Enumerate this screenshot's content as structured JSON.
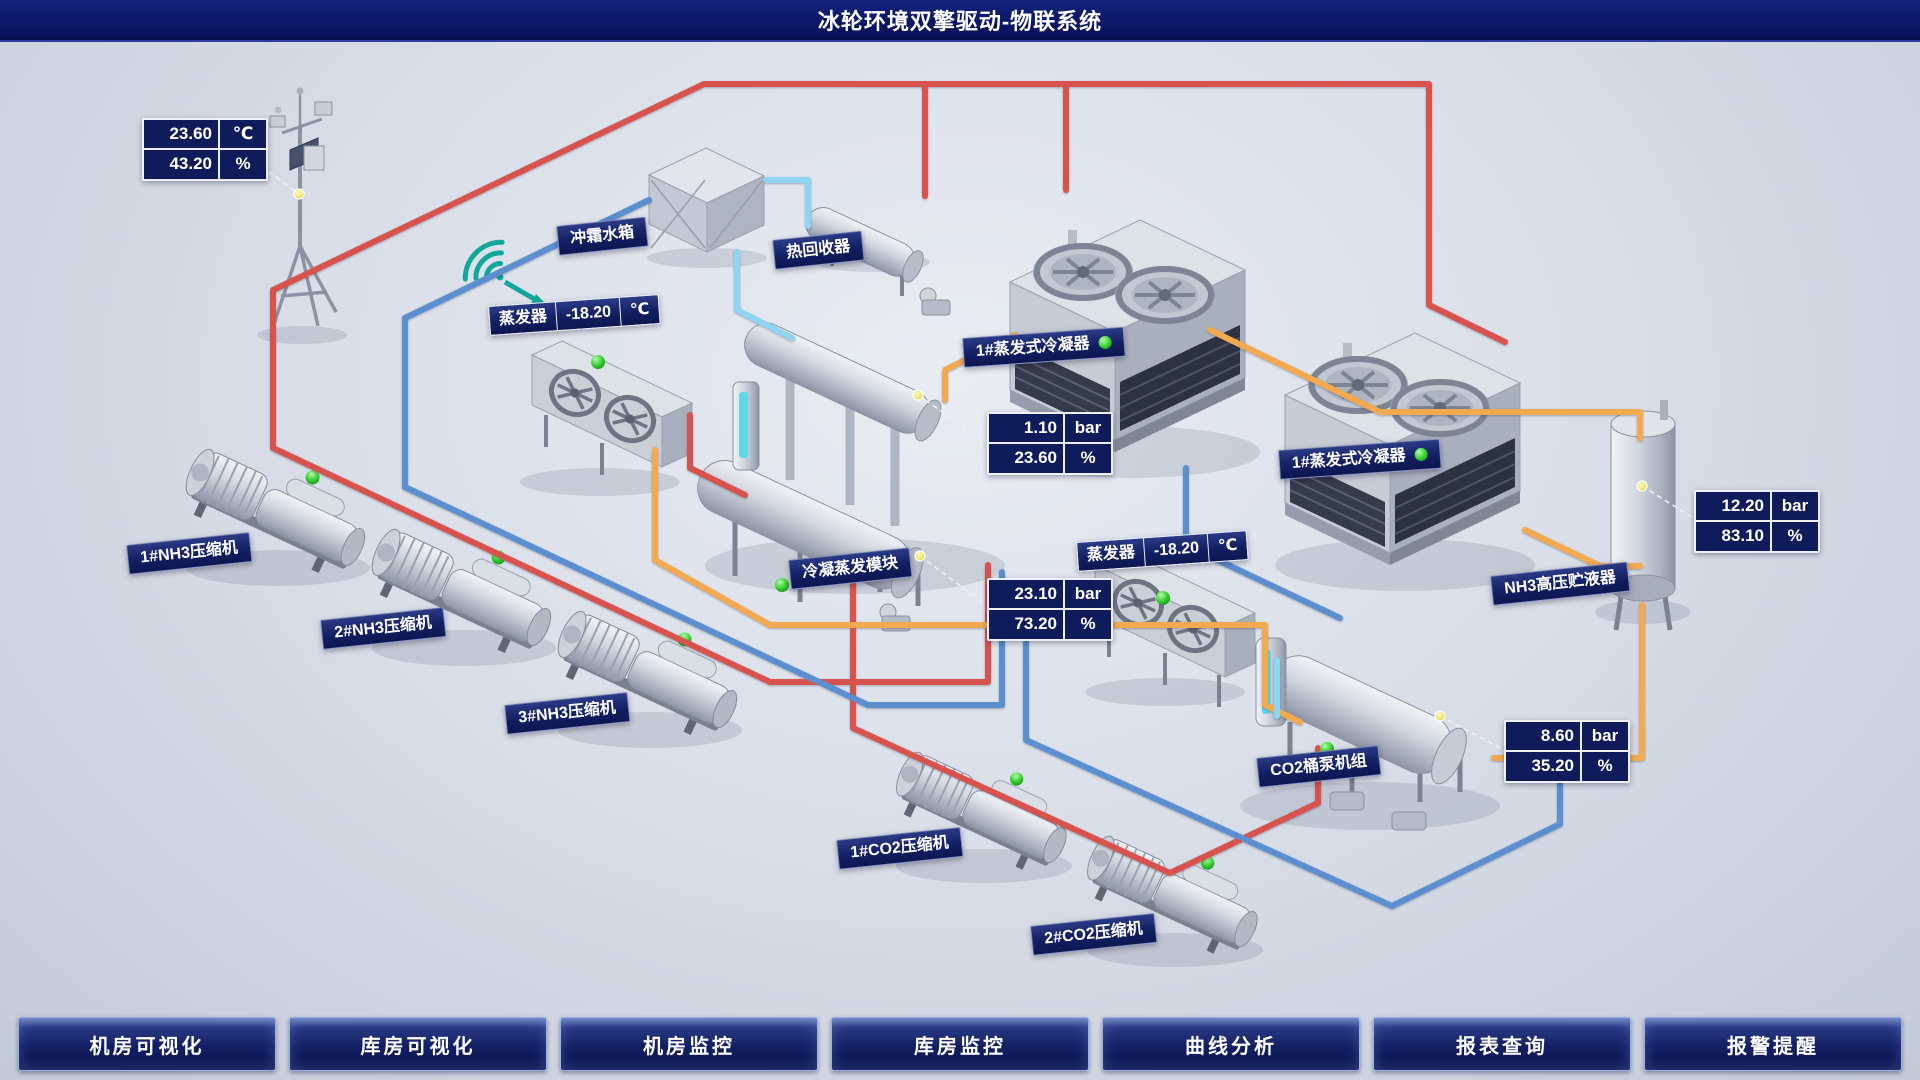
{
  "header": {
    "title": "冰轮环境双擎驱动-物联系统"
  },
  "labels": {
    "water_tank": "冲霜水箱",
    "heat_recovery": "热回收器",
    "condenser_1": "1#蒸发式冷凝器",
    "condenser_2": "1#蒸发式冷凝器",
    "module": "冷凝蒸发模块",
    "nh3_receiver": "NH3高压贮液器",
    "nh3_compressor_1": "1#NH3压缩机",
    "nh3_compressor_2": "2#NH3压缩机",
    "nh3_compressor_3": "3#NH3压缩机",
    "co2_pump_unit": "CO2桶泵机组",
    "co2_compressor_1": "1#CO2压缩机",
    "co2_compressor_2": "2#CO2压缩机"
  },
  "evaporators": [
    {
      "name": "蒸发器",
      "value": "-18.20",
      "unit": "℃"
    },
    {
      "name": "蒸发器",
      "value": "-18.20",
      "unit": "℃"
    }
  ],
  "gauges": {
    "weather": {
      "v1": "23.60",
      "u1": "℃",
      "v2": "43.20",
      "u2": "%"
    },
    "vessel": {
      "v1": "1.10",
      "u1": "bar",
      "v2": "23.60",
      "u2": "%"
    },
    "module": {
      "v1": "23.10",
      "u1": "bar",
      "v2": "73.20",
      "u2": "%"
    },
    "receiver": {
      "v1": "12.20",
      "u1": "bar",
      "v2": "83.10",
      "u2": "%"
    },
    "co2_unit": {
      "v1": "8.60",
      "u1": "bar",
      "v2": "35.20",
      "u2": "%"
    }
  },
  "nav": {
    "buttons": [
      {
        "label": "机房可视化"
      },
      {
        "label": "库房可视化"
      },
      {
        "label": "机房监控"
      },
      {
        "label": "库房监控"
      },
      {
        "label": "曲线分析"
      },
      {
        "label": "报表查询"
      },
      {
        "label": "报警提醒"
      }
    ]
  },
  "colors": {
    "header_bg": "#0b1666",
    "label_bg": "#131f63",
    "pipe_hot": "#d9534e",
    "pipe_cold": "#5b8fd0",
    "pipe_liquid": "#f2a94f",
    "pipe_water": "#8fd4f0",
    "status_ok": "#2ecc2e",
    "signal_teal": "#12a79b"
  }
}
